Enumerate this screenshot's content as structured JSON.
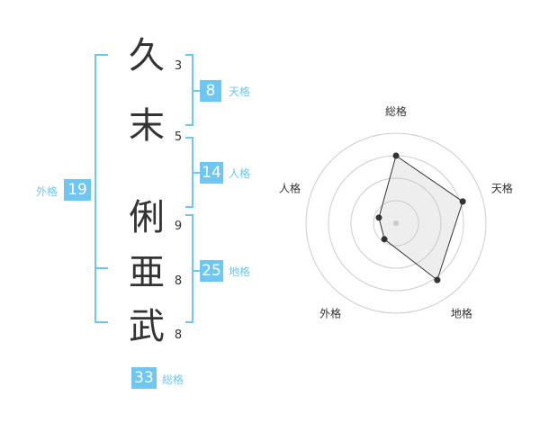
{
  "name": {
    "characters": [
      {
        "char": "久",
        "strokes": "3"
      },
      {
        "char": "末",
        "strokes": "5"
      },
      {
        "char": "俐",
        "strokes": "9"
      },
      {
        "char": "亜",
        "strokes": "8"
      },
      {
        "char": "武",
        "strokes": "8"
      }
    ]
  },
  "fortune": {
    "tenkaku": {
      "value": "8",
      "label": "天格"
    },
    "jinkaku": {
      "value": "14",
      "label": "人格"
    },
    "chikaku": {
      "value": "25",
      "label": "地格"
    },
    "gaikaku": {
      "value": "19",
      "label": "外格"
    },
    "soukaku": {
      "value": "33",
      "label": "総格"
    }
  },
  "colors": {
    "accent": "#6ec6f2",
    "text": "#333333",
    "grid": "#cccccc"
  },
  "chart_data": {
    "type": "radar",
    "axes": [
      "総格",
      "天格",
      "地格",
      "外格",
      "人格"
    ],
    "values": [
      0.75,
      0.78,
      0.78,
      0.22,
      0.2
    ],
    "rings": 4
  }
}
